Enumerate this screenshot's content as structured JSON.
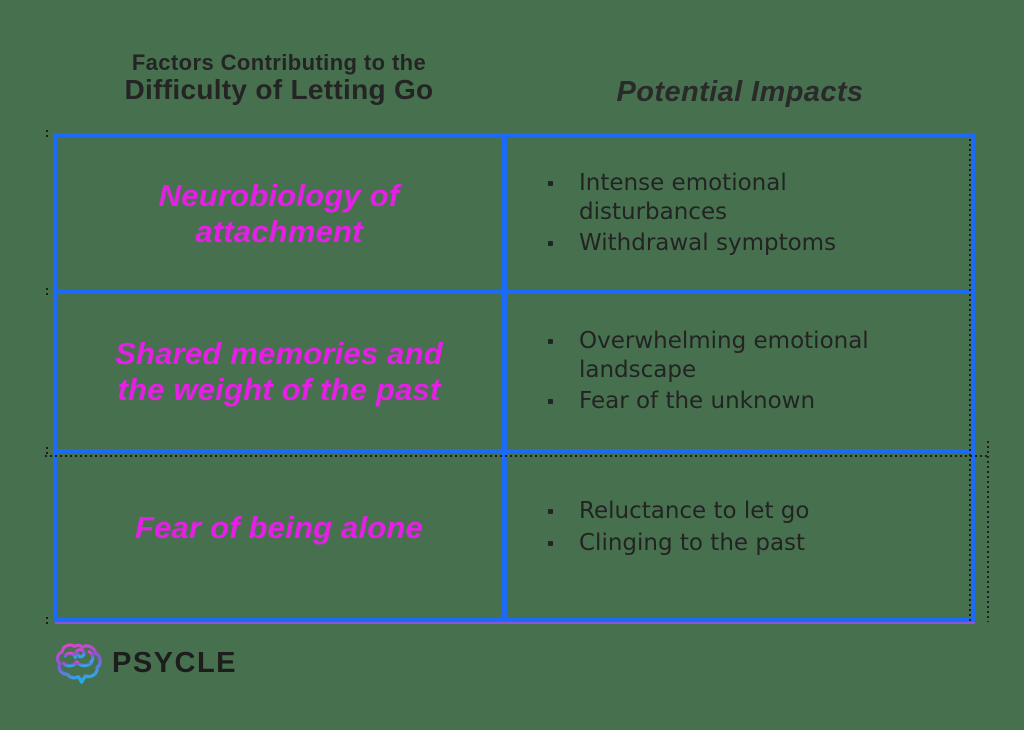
{
  "canvas": {
    "background_color": "#47704F"
  },
  "header": {
    "title_line1": "Factors Contributing to the",
    "title_line2": "Difficulty of Letting Go",
    "right_title": "Potential Impacts"
  },
  "table": {
    "border_color": "#1B6BF8",
    "factor_text_color": "#E520E5",
    "body_text_color": "#232323",
    "rows": [
      {
        "factor": "Neurobiology of attachment",
        "impacts": [
          "Intense emotional disturbances",
          "Withdrawal symptoms"
        ]
      },
      {
        "factor": "Shared memories and the weight of the past",
        "impacts": [
          "Overwhelming emotional landscape",
          "Fear of the unknown"
        ]
      },
      {
        "factor": "Fear of being alone",
        "impacts": [
          "Reluctance to let go",
          "Clinging to the past"
        ]
      }
    ]
  },
  "footer": {
    "brand": "PSYCLE",
    "logo_icon": "brain-gradient-icon"
  },
  "artifacts": {
    "selection_dotted_color": "#1E1E1E",
    "bottom_accent_color": "#8A55D8"
  }
}
